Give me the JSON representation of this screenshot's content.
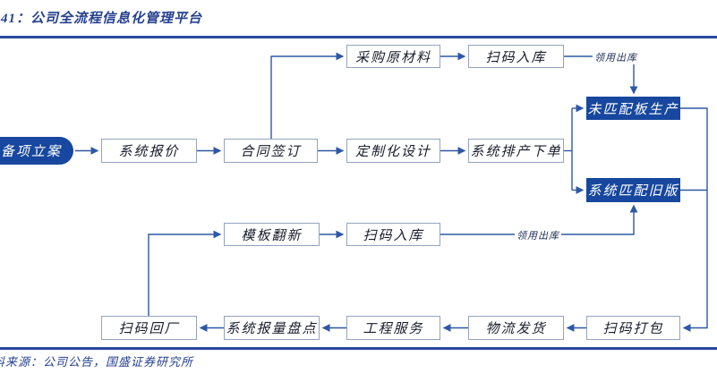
{
  "header": {
    "title": "41：公司全流程信息化管理平台"
  },
  "footer": {
    "source": "料来源：公司公告，国盛证券研究所"
  },
  "flow": {
    "start": "备项立案",
    "quote": "系统报价",
    "contract": "合同签订",
    "design": "定制化设计",
    "schedule": "系统排产下单",
    "purchase": "采购原材料",
    "scan_in_top": "扫码入库",
    "unmatched_production": "未匹配板生产",
    "match_old_plate": "系统匹配旧版",
    "refurbish": "模板翻新",
    "scan_in_mid": "扫码入库",
    "scan_back": "扫码回厂",
    "inventory_count": "系统报量盘点",
    "engineering": "工程服务",
    "logistics": "物流发货",
    "pack": "扫码打包",
    "edge_label_issue_top": "领用出库",
    "edge_label_issue_mid": "领用出库"
  },
  "colors": {
    "navy_fill": "#17479e",
    "line_blue": "#2e58a6",
    "box_border": "#94a3c0",
    "title_blue": "#26418f",
    "rule_blue": "#2b479f"
  }
}
